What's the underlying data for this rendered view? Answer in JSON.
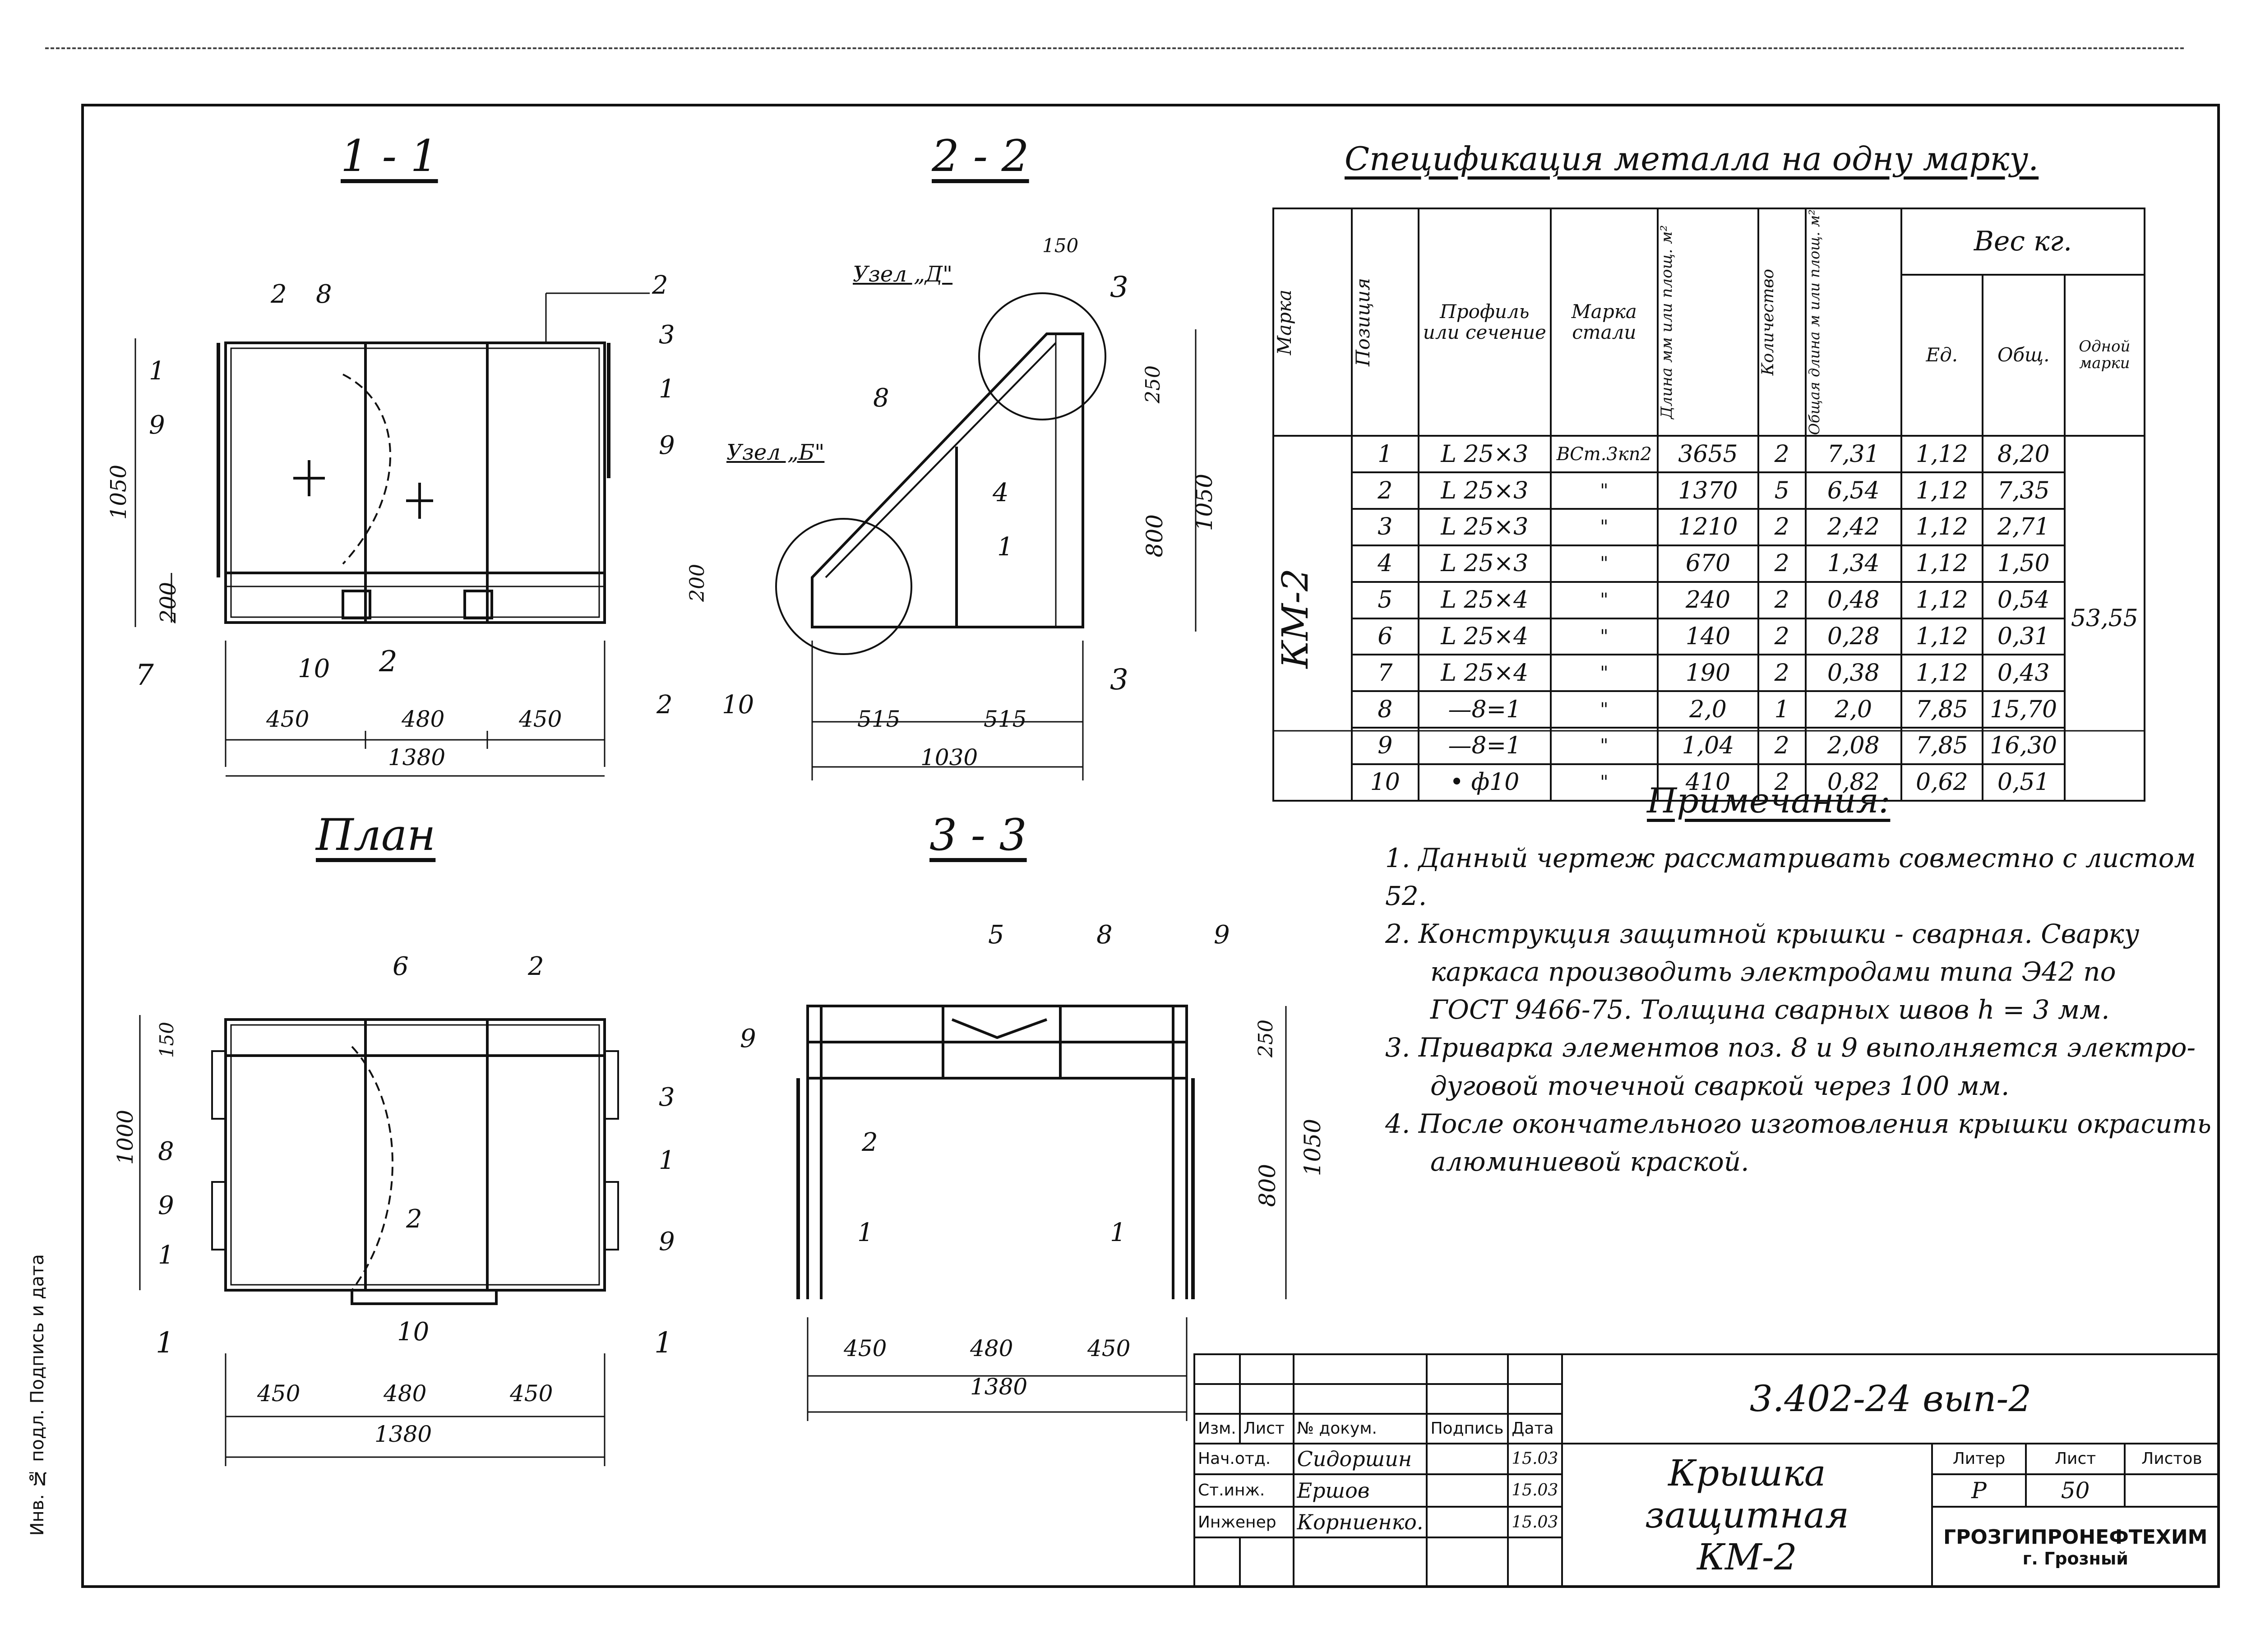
{
  "sections": {
    "s11": "1 - 1",
    "s22": "2 - 2",
    "plan": "План",
    "s33": "3 - 3"
  },
  "s11": {
    "marks": [
      "2",
      "8",
      "1",
      "9",
      "2",
      "3",
      "1",
      "9",
      "7",
      "10",
      "2",
      "2"
    ],
    "dims": [
      "1050",
      "200",
      "450",
      "480",
      "450",
      "1380"
    ]
  },
  "s22": {
    "nodes": [
      "Узел „Д\"",
      "Узел „Б\""
    ],
    "marks": [
      "3",
      "8",
      "4",
      "1",
      "10",
      "3"
    ],
    "dims": [
      "150",
      "250",
      "1050",
      "800",
      "200",
      "515",
      "515",
      "1030"
    ]
  },
  "plan": {
    "marks": [
      "6",
      "2",
      "3",
      "8",
      "1",
      "9",
      "1",
      "9",
      "2",
      "10",
      "1",
      "1"
    ],
    "dims": [
      "150",
      "1000",
      "450",
      "480",
      "450",
      "1380"
    ]
  },
  "s33": {
    "marks": [
      "5",
      "8",
      "9",
      "9",
      "2",
      "1",
      "1"
    ],
    "dims": [
      "250",
      "1050",
      "800",
      "450",
      "480",
      "450",
      "1380"
    ]
  },
  "spec": {
    "title": "Спецификация металла на одну марку.",
    "headers": {
      "mark": "Марка",
      "position": "Позиция",
      "profile": "Профиль или сечение",
      "steel": "Марка стали",
      "length": "Длина мм или площ. м²",
      "qty": "Количество",
      "total_len": "Общая длина м или площ. м²",
      "weight": "Вес кг.",
      "unit": "Ед.",
      "total": "Общ.",
      "per_mark": "Одной марки"
    },
    "mark_value": "КМ-2",
    "mark_weight": "53,55",
    "rows": [
      [
        "1",
        "L 25×3",
        "ВСт.3кп2",
        "3655",
        "2",
        "7,31",
        "1,12",
        "8,20"
      ],
      [
        "2",
        "L 25×3",
        "\"",
        "1370",
        "5",
        "6,54",
        "1,12",
        "7,35"
      ],
      [
        "3",
        "L 25×3",
        "\"",
        "1210",
        "2",
        "2,42",
        "1,12",
        "2,71"
      ],
      [
        "4",
        "L 25×3",
        "\"",
        "670",
        "2",
        "1,34",
        "1,12",
        "1,50"
      ],
      [
        "5",
        "L 25×4",
        "\"",
        "240",
        "2",
        "0,48",
        "1,12",
        "0,54"
      ],
      [
        "6",
        "L 25×4",
        "\"",
        "140",
        "2",
        "0,28",
        "1,12",
        "0,31"
      ],
      [
        "7",
        "L 25×4",
        "\"",
        "190",
        "2",
        "0,38",
        "1,12",
        "0,43"
      ],
      [
        "8",
        "—8=1",
        "\"",
        "2,0",
        "1",
        "2,0",
        "7,85",
        "15,70"
      ],
      [
        "9",
        "—8=1",
        "\"",
        "1,04",
        "2",
        "2,08",
        "7,85",
        "16,30"
      ],
      [
        "10",
        "• ф10",
        "\"",
        "410",
        "2",
        "0,82",
        "0,62",
        "0,51"
      ]
    ]
  },
  "notes": {
    "title": "Примечания:",
    "items": [
      "1. Данный чертеж рассматривать совместно с листом 52.",
      "2. Конструкция защитной крышки - сварная. Сварку",
      "каркаса производить электродами типа Э42 по",
      "ГОСТ 9466-75. Толщина сварных швов h = 3 мм.",
      "3. Приварка элементов поз. 8 и 9 выполняется электро-",
      "дуговой точечной сваркой через 100 мм.",
      "4. После окончательного изготовления крышки окрасить",
      "алюминиевой краской."
    ]
  },
  "stamp": {
    "code": "3.402-24 вып-2",
    "title1": "Крышка защитная",
    "title2": "КМ-2",
    "col_izm": "Изм.",
    "col_list": "Лист",
    "col_doc": "№ докум.",
    "col_sign": "Подпись",
    "col_date": "Дата",
    "roles": [
      "Нач.отд.",
      "Ст.инж.",
      "Инженер"
    ],
    "names": [
      "Сидоршин",
      "Ершов",
      "Корниенко."
    ],
    "dates": [
      "15.03",
      "15.03",
      "15.03"
    ],
    "liter_label": "Литер",
    "sheet_label": "Лист",
    "sheets_label": "Листов",
    "liter": "Р",
    "sheet": "50",
    "org": "ГРОЗГИПРОНЕФТЕХИМ",
    "city": "г. Грозный"
  },
  "side_label": "Инв. № подл. Подпись и дата"
}
